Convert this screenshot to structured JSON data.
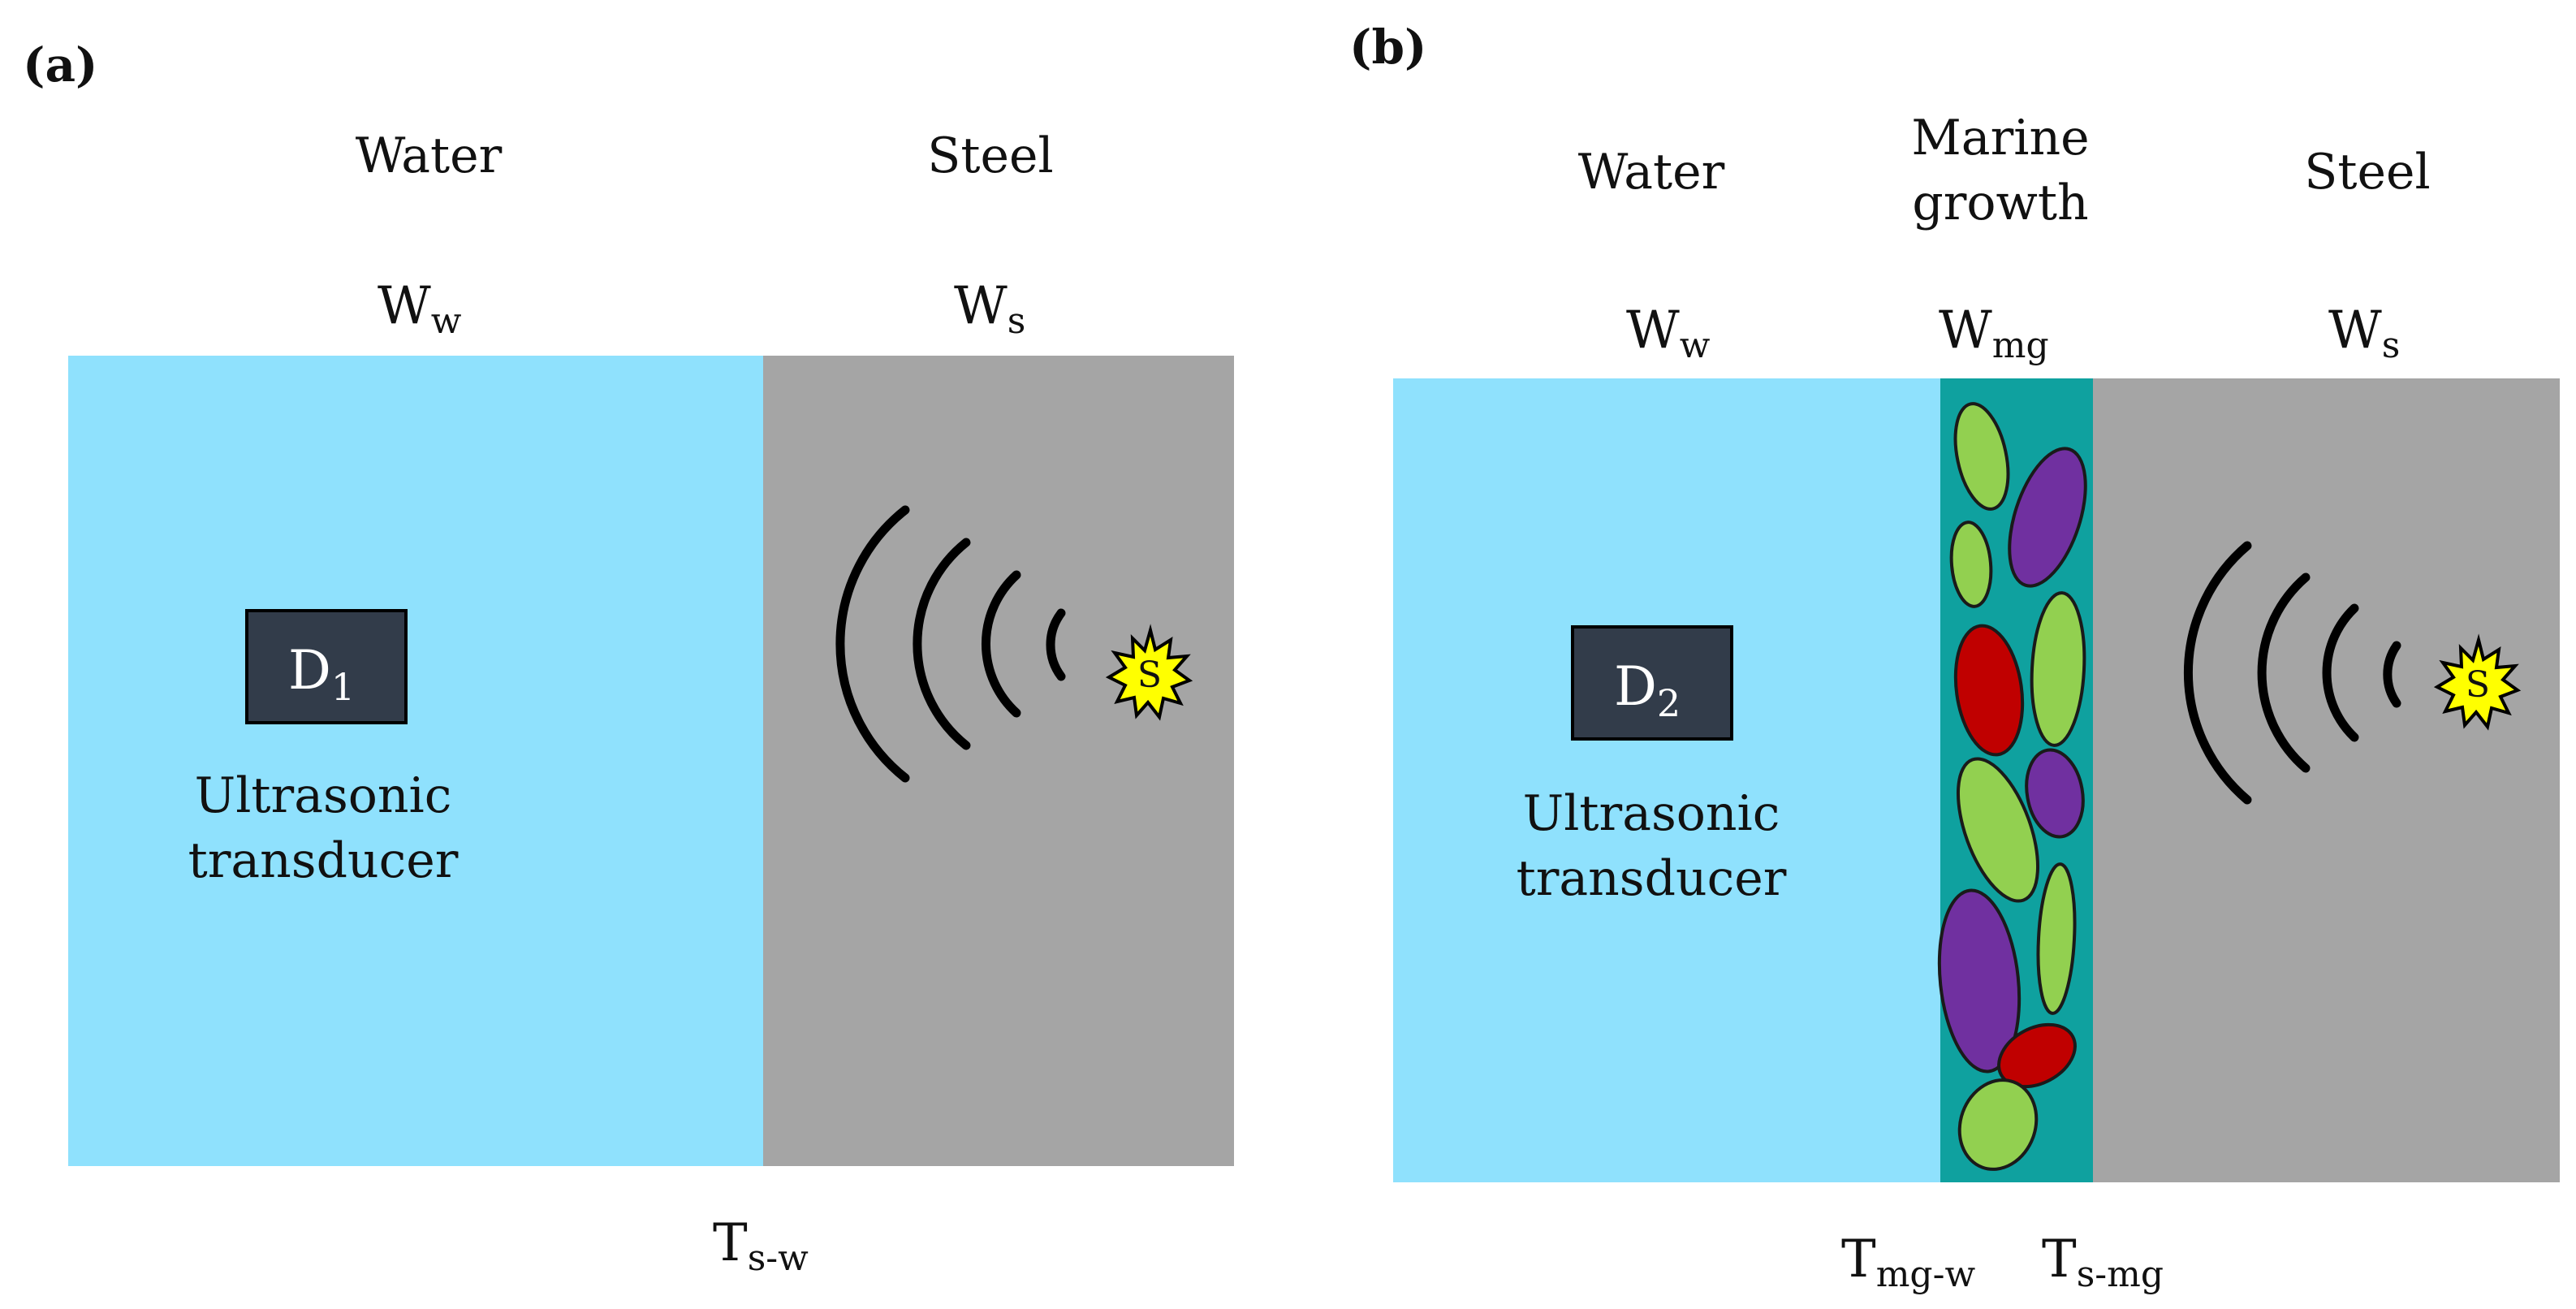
{
  "colors": {
    "water": "#8fe1fd",
    "steel": "#a5a5a5",
    "marine_growth": "#0fa19f",
    "detector_box": "#323c4a",
    "source_star": "#ffff00",
    "cell_green": "#92d050",
    "cell_purple": "#7030a0",
    "cell_red": "#c00000"
  },
  "panel_a": {
    "tag": "(a)",
    "water_label": "Water",
    "steel_label": "Steel",
    "ww_main": "W",
    "ww_sub": "w",
    "ws_main": "W",
    "ws_sub": "s",
    "detector_main": "D",
    "detector_sub": "1",
    "transducer_line1": "Ultrasonic",
    "transducer_line2": "transducer",
    "source_label": "S",
    "interface_main": "T",
    "interface_sub": "s-w"
  },
  "panel_b": {
    "tag": "(b)",
    "water_label": "Water",
    "marine_line1": "Marine",
    "marine_line2": "growth",
    "steel_label": "Steel",
    "ww_main": "W",
    "ww_sub": "w",
    "wmg_main": "W",
    "wmg_sub": "mg",
    "ws_main": "W",
    "ws_sub": "s",
    "detector_main": "D",
    "detector_sub": "2",
    "transducer_line1": "Ultrasonic",
    "transducer_line2": "transducer",
    "source_label": "S",
    "interface1_main": "T",
    "interface1_sub": "mg-w",
    "interface2_main": "T",
    "interface2_sub": "s-mg"
  }
}
